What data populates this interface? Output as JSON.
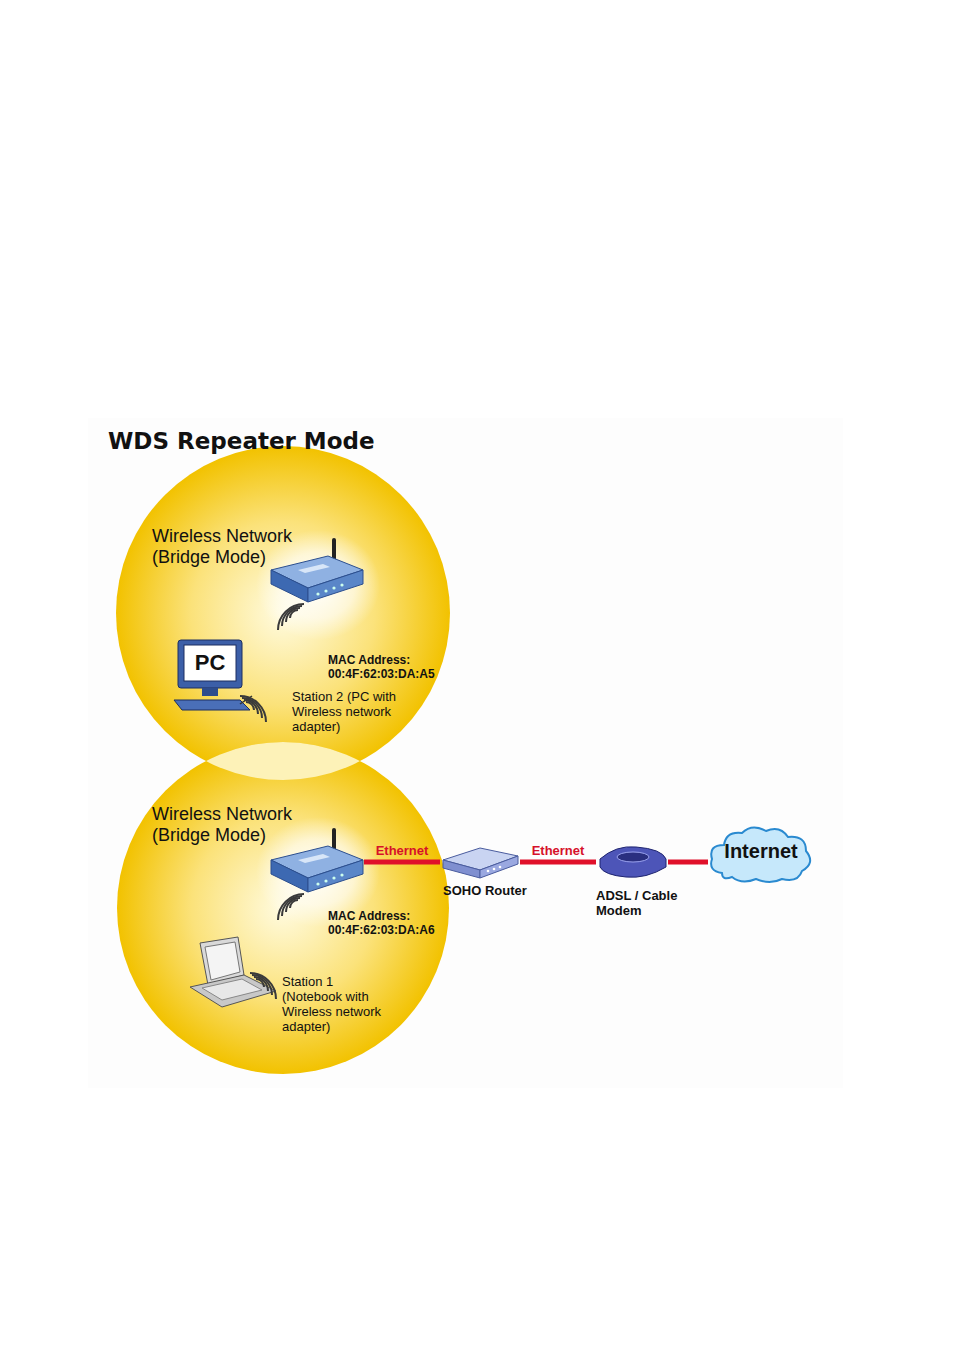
{
  "diagram": {
    "title": "WDS Repeater Mode",
    "nodes": [
      {
        "text": [
          "Wireless Network (Bridge Mode)"
        ]
      },
      {
        "text": [
          "MAC Address: 00:4F:62:03:DA:A5"
        ],
        "in": 0
      },
      {
        "text": [
          "PC",
          "Station 2 (PC with Wireless network adapter)"
        ],
        "in": 0
      },
      {
        "text": [
          "Wireless Network (Bridge Mode)"
        ]
      },
      {
        "text": [
          "MAC Address: 00:4F:62:03:DA:A6"
        ],
        "in": 3
      },
      {
        "text": [
          "Station 1 (Notebook with Wireless network adapter)"
        ],
        "in": 3
      },
      {
        "text": [
          "SOHO Router"
        ]
      },
      {
        "text": [
          "ADSL / Cable Modem"
        ]
      },
      {
        "text": [
          "Internet"
        ]
      }
    ],
    "edges": [
      {
        "from": 4,
        "to": 6,
        "arrow": "none",
        "label": "Ethernet"
      },
      {
        "from": 6,
        "to": 7,
        "arrow": "none",
        "label": "Ethernet"
      },
      {
        "from": 7,
        "to": 8,
        "arrow": "none"
      }
    ]
  }
}
